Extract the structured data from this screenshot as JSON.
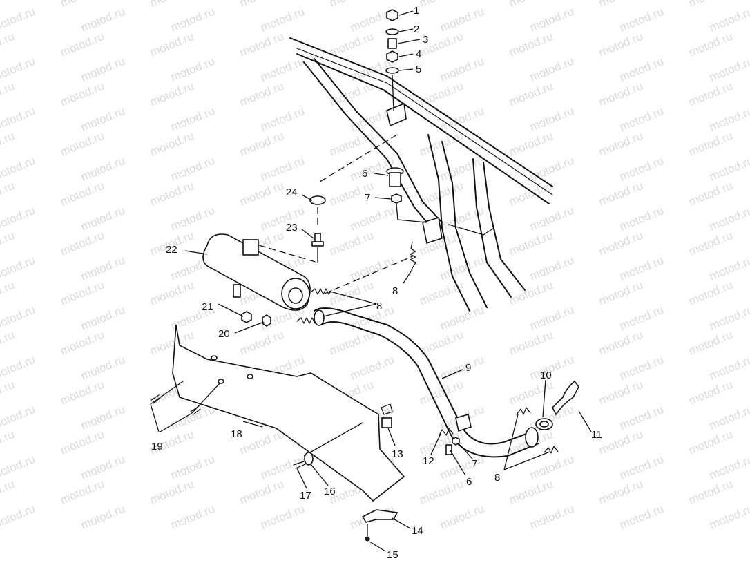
{
  "watermark": "motod.ru",
  "callouts": [
    {
      "id": "c1",
      "label": "1"
    },
    {
      "id": "c2",
      "label": "2"
    },
    {
      "id": "c3",
      "label": "3"
    },
    {
      "id": "c4",
      "label": "4"
    },
    {
      "id": "c5",
      "label": "5"
    },
    {
      "id": "c6a",
      "label": "6"
    },
    {
      "id": "c7a",
      "label": "7"
    },
    {
      "id": "c24",
      "label": "24"
    },
    {
      "id": "c23",
      "label": "23"
    },
    {
      "id": "c22",
      "label": "22"
    },
    {
      "id": "c8a",
      "label": "8"
    },
    {
      "id": "c8b",
      "label": "8"
    },
    {
      "id": "c21",
      "label": "21"
    },
    {
      "id": "c20",
      "label": "20"
    },
    {
      "id": "c9",
      "label": "9"
    },
    {
      "id": "c10",
      "label": "10"
    },
    {
      "id": "c11",
      "label": "11"
    },
    {
      "id": "c12",
      "label": "12"
    },
    {
      "id": "c7b",
      "label": "7"
    },
    {
      "id": "c6b",
      "label": "6"
    },
    {
      "id": "c8c",
      "label": "8"
    },
    {
      "id": "c13",
      "label": "13"
    },
    {
      "id": "c18",
      "label": "18"
    },
    {
      "id": "c19",
      "label": "19"
    },
    {
      "id": "c16",
      "label": "16"
    },
    {
      "id": "c17",
      "label": "17"
    },
    {
      "id": "c14",
      "label": "14"
    },
    {
      "id": "c15",
      "label": "15"
    }
  ]
}
